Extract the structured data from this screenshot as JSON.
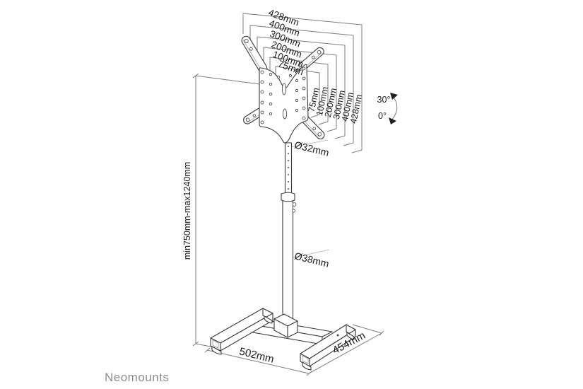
{
  "brand": {
    "logo": "Neomounts"
  },
  "dimensions": {
    "vesa_widths": [
      "428mm",
      "400mm",
      "300mm",
      "200mm",
      "100mm",
      "75mm"
    ],
    "vesa_heights": [
      "75mm",
      "100mm",
      "200mm",
      "300mm",
      "400mm",
      "428mm"
    ],
    "tilt_max": "30°",
    "tilt_min": "0°",
    "upper_pole_diameter": "Ø32mm",
    "lower_pole_diameter": "Ø38mm",
    "height_range": "min750mm-max1240mm",
    "base_width": "502mm",
    "base_depth": "454mm"
  },
  "colors": {
    "object_line": "#3a3a3a",
    "dimension_line": "#7d7d7d",
    "label_text": "#1b1b1b",
    "brand_text": "#8d8d8d",
    "background": "#ffffff"
  }
}
